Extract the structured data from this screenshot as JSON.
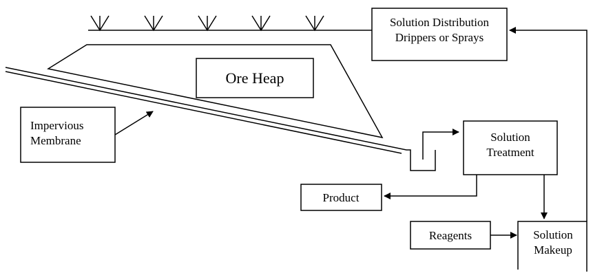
{
  "nodes": {
    "ore_heap": {
      "label": "Ore Heap"
    },
    "solution_distribution": {
      "lines": [
        "Solution Distribution",
        "Drippers or Sprays"
      ]
    },
    "impervious_membrane": {
      "lines": [
        "Impervious",
        "Membrane"
      ]
    },
    "solution_treatment": {
      "lines": [
        "Solution",
        "Treatment"
      ]
    },
    "product": {
      "label": "Product"
    },
    "reagents": {
      "label": "Reagents"
    },
    "solution_makeup": {
      "lines": [
        "Solution",
        "Makeup"
      ]
    }
  },
  "sprinkler_count": 5,
  "colors": {
    "stroke": "#000000",
    "background": "#ffffff"
  }
}
